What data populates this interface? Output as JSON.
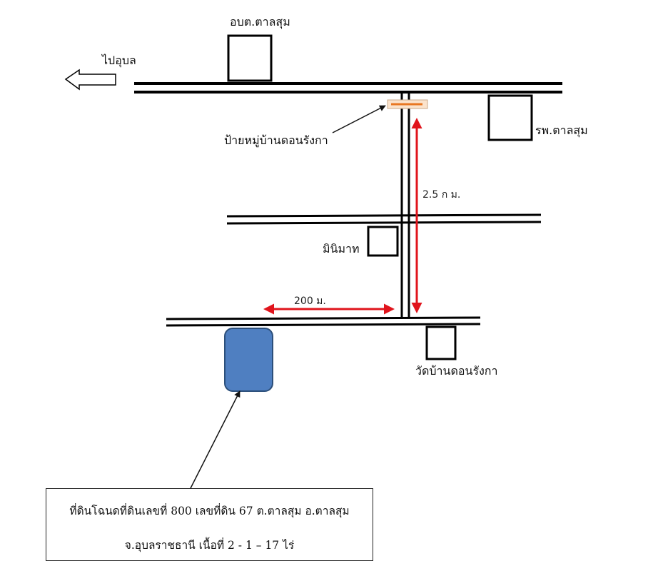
{
  "labels": {
    "tao_office": "อบต.ตาลสุม",
    "to_ubon": "ไปอุบล",
    "hospital": "รพ.ตาลสุม",
    "village_sign": "ป้ายหมู่บ้านดอนรังกา",
    "minimart": "มินิมาท",
    "temple": "วัดบ้านดอนรังกา"
  },
  "distances": {
    "main_to_lower_road": "2.5 ก ม.",
    "junction_to_plot": "200 ม."
  },
  "caption": {
    "line1": "ที่ดินโฉนดที่ดินเลขที่ 800 เลขที่ดิน 67  ต.ตาลสุม  อ.ตาลสุม",
    "line2": "จ.อุบลราชธานี เนื้อที่ 2  - 1 – 17  ไร่"
  },
  "colors": {
    "road": "#000000",
    "distance_arrow": "#e0141c",
    "plot_fill": "#4f7fc1",
    "plot_stroke": "#2c4f7a",
    "sign_bar": "#e87722"
  },
  "icons": {
    "direction_arrow": "hollow-left-arrow",
    "land_plot": "rounded-rectangle-marker"
  }
}
